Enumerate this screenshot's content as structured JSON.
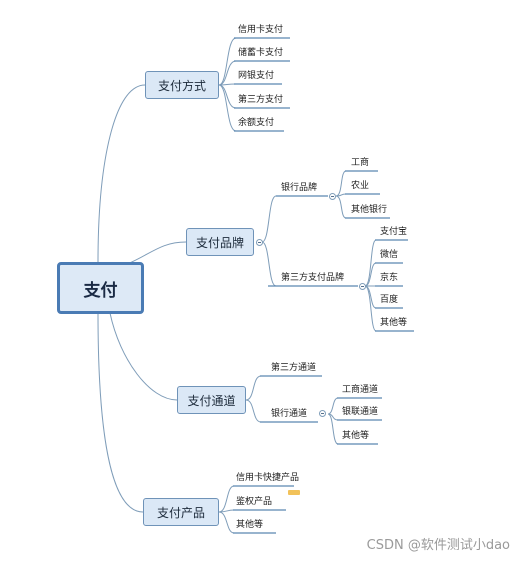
{
  "root": "支付",
  "branches": {
    "method": {
      "label": "支付方式",
      "items": [
        "信用卡支付",
        "储蓄卡支付",
        "网银支付",
        "第三方支付",
        "余额支付"
      ]
    },
    "brand": {
      "label": "支付品牌",
      "bank": {
        "label": "银行品牌",
        "items": [
          "工商",
          "农业",
          "其他银行"
        ]
      },
      "third": {
        "label": "第三方支付品牌",
        "items": [
          "支付宝",
          "微信",
          "京东",
          "百度",
          "其他等"
        ]
      }
    },
    "channel": {
      "label": "支付通道",
      "third": "第三方通道",
      "bank": {
        "label": "银行通道",
        "items": [
          "工商通道",
          "银联通道",
          "其他等"
        ]
      }
    },
    "product": {
      "label": "支付产品",
      "items": [
        "信用卡快捷产品",
        "鉴权产品",
        "其他等"
      ]
    }
  },
  "watermark": "CSDN @软件测试小dao"
}
